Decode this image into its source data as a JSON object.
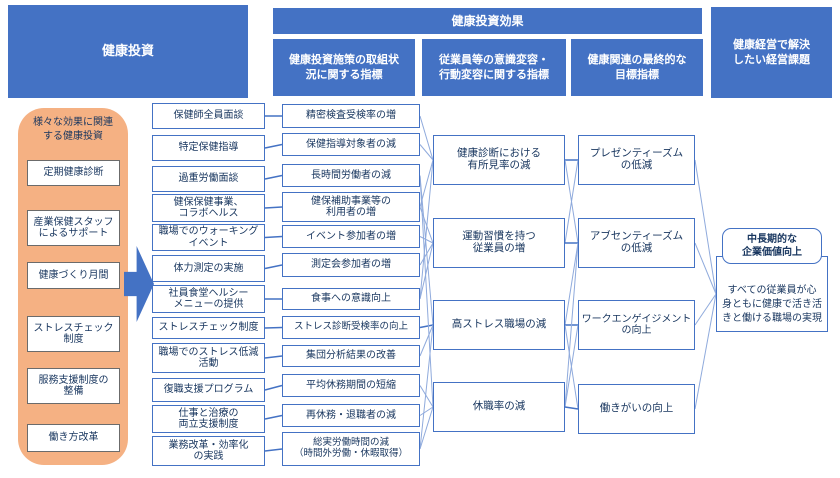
{
  "headers": {
    "investment": "健康投資",
    "effect_banner": "健康投資効果",
    "sub_process": "健康投資施策の取組状\n況に関する指標",
    "sub_behavior": "従業員等の意識変容・\n行動変容に関する指標",
    "sub_target": "健康関連の最終的な\n目標指標",
    "challenge": "健康経営で解決\nしたい経営課題"
  },
  "left_panel": {
    "title": "様々な効果に関連\nする健康投資",
    "items": [
      "定期健康診断",
      "産業保健スタッフ\nによるサポート",
      "健康づくり月間",
      "ストレスチェック\n制度",
      "服務支援制度の\n整備",
      "働き方改革"
    ]
  },
  "measures": [
    "保健師全員面談",
    "特定保健指導",
    "過重労働面談",
    "健保保健事業、\nコラボヘルス",
    "職場でのウォーキング\nイベント",
    "体力測定の実施",
    "社員食堂ヘルシー\nメニューの提供",
    "ストレスチェック制度",
    "職場でのストレス低減\n活動",
    "復職支援プログラム",
    "仕事と治療の\n両立支援制度",
    "業務改革・効率化\nの実践"
  ],
  "indicators": [
    "精密検査受検率の増",
    "保健指導対象者の減",
    "長時間労働者の減",
    "健保補助事業等の\n利用者の増",
    "イベント参加者の増",
    "測定会参加者の増",
    "食事への意識向上",
    "ストレス診断受検率の向上",
    "集団分析結果の改善",
    "平均休務期間の短縮",
    "再休務・退職者の減",
    "総実労働時間の減\n（時間外労働・休暇取得）"
  ],
  "behaviors": [
    "健康診断における\n有所見率の減",
    "運動習慣を持つ\n従業員の増",
    "高ストレス職場の減",
    "休職率の減"
  ],
  "outcomes": [
    "プレゼンティーズム\nの低減",
    "アブセンティーズム\nの低減",
    "ワークエンゲイジメント\nの向上",
    "働きがいの向上"
  ],
  "goal": {
    "badge": "中長期的な\n企業価値向上",
    "text": "すべての従業員が心\n身ともに健康で活き活\nきと働ける職場の実現"
  },
  "edges": {
    "measure_to_indicator": [
      [
        "m1",
        "i1"
      ],
      [
        "m2",
        "i2"
      ],
      [
        "m3",
        "i3"
      ],
      [
        "m4",
        "i4"
      ],
      [
        "m5",
        "i5"
      ],
      [
        "m6",
        "i6"
      ],
      [
        "m7",
        "i7"
      ],
      [
        "m8",
        "i8"
      ],
      [
        "m9",
        "i9"
      ],
      [
        "m10",
        "i10"
      ],
      [
        "m11",
        "i11"
      ],
      [
        "m12",
        "i12"
      ]
    ],
    "indicator_to_behavior": [
      [
        "i1",
        "b1"
      ],
      [
        "i2",
        "b1"
      ],
      [
        "i4",
        "b1"
      ],
      [
        "i7",
        "b1"
      ],
      [
        "i4",
        "b2"
      ],
      [
        "i5",
        "b2"
      ],
      [
        "i6",
        "b2"
      ],
      [
        "i7",
        "b2"
      ],
      [
        "i3",
        "b3"
      ],
      [
        "i8",
        "b3"
      ],
      [
        "i9",
        "b3"
      ],
      [
        "i12",
        "b3"
      ],
      [
        "i3",
        "b4"
      ],
      [
        "i10",
        "b4"
      ],
      [
        "i11",
        "b4"
      ],
      [
        "i12",
        "b4"
      ]
    ],
    "behavior_to_outcome": [
      [
        "b1",
        "o1"
      ],
      [
        "b1",
        "o2"
      ],
      [
        "b2",
        "o1"
      ],
      [
        "b2",
        "o2"
      ],
      [
        "b3",
        "o2"
      ],
      [
        "b3",
        "o3"
      ],
      [
        "b3",
        "o4"
      ],
      [
        "b4",
        "o2"
      ],
      [
        "b4",
        "o3"
      ],
      [
        "b4",
        "o4"
      ]
    ],
    "outcome_to_goal": [
      [
        "o1",
        "goal"
      ],
      [
        "o2",
        "goal"
      ],
      [
        "o3",
        "goal"
      ],
      [
        "o4",
        "goal"
      ]
    ]
  },
  "colors": {
    "accent_blue": "#4472C4",
    "panel_orange": "#F5B183",
    "line_light_blue": "#8FAADC",
    "text_navy": "#17355e",
    "box_bg": "#ffffff"
  }
}
